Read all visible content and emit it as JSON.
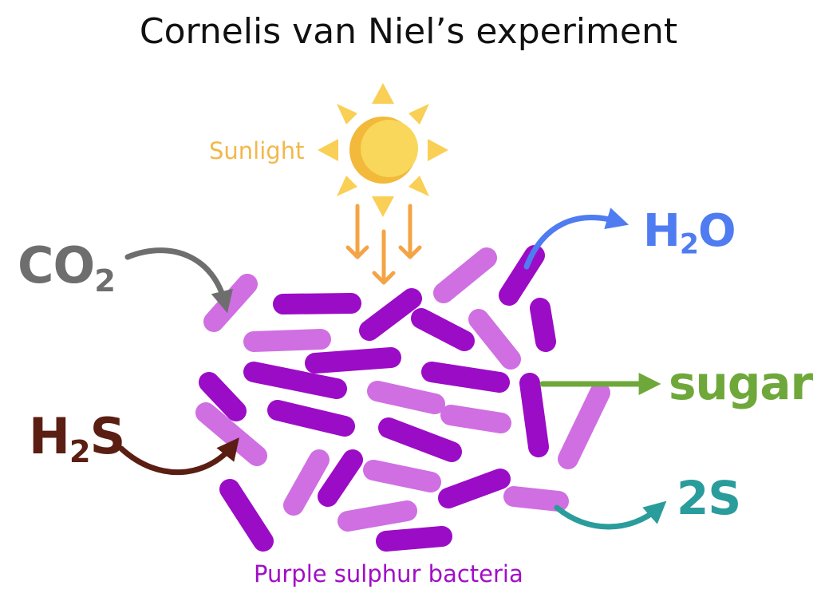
{
  "title": "Cornelis van Niel’s experiment",
  "labels": {
    "sunlight": "Sunlight",
    "bacteria": "Purple sulphur bacteria"
  },
  "inputs": {
    "co2": {
      "main": "CO",
      "sub": "2",
      "tail": ""
    },
    "h2s": {
      "main": "H",
      "sub": "2",
      "tail": "S"
    }
  },
  "outputs": {
    "h2o": {
      "main": "H",
      "sub": "2",
      "tail": "O"
    },
    "sugar": "sugar",
    "sulfur": "2S"
  },
  "colors": {
    "co2": "#6e6e6e",
    "h2s": "#5a1e12",
    "h2o": "#4f7cf0",
    "sugar": "#6fa83a",
    "sulfur": "#2a9c9c",
    "sunlight": "#f2b84a",
    "sun": "#f8d75a",
    "sun_shade": "#f2b93a",
    "rays": "#f9cf55",
    "light_arrows": "#f4a445",
    "bacteria_dark": "#9b0cc7",
    "bacteria_light": "#cf6fe2",
    "bacteria_label": "#a10ec6"
  },
  "icons": [
    "sun-icon",
    "light-arrow-icon",
    "bacteria-cell-icon",
    "curved-arrow-icon",
    "straight-arrow-icon"
  ]
}
